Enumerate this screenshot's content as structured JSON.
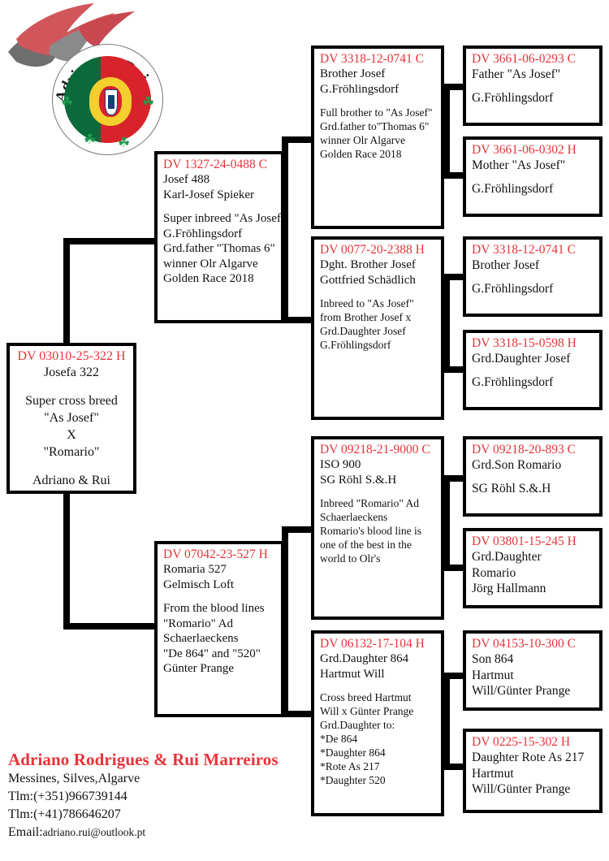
{
  "logo": {
    "brand_text": "Adriano & Rui",
    "icon": "pigeon-logo",
    "flag_colors": {
      "green": "#0a6a3a",
      "red": "#d8232a",
      "gold": "#f3d02e"
    }
  },
  "colors": {
    "registration": "#e8333a",
    "text": "#111111",
    "border": "#000000",
    "background": "#ffffff"
  },
  "subject": {
    "reg": "DV 03010-25-322 H",
    "name": "Josefa 322",
    "lines": [
      "Super cross breed",
      "\"As Josef\"",
      "X",
      "\"Romario\"",
      "Adriano & Rui"
    ]
  },
  "sire": {
    "reg": "DV 1327-24-0488 C",
    "name": "Josef 488",
    "breeder": "Karl-Josef Spieker",
    "notes": [
      "Super inbreed \"As Josef\"",
      "G.Fröhlingsdorf",
      "Grd.father \"Thomas 6\"",
      "winner Olr Algarve",
      "Golden Race 2018"
    ]
  },
  "dam": {
    "reg": "DV 07042-23-527 H",
    "name": "Romaria 527",
    "breeder": "Gelmisch Loft",
    "notes": [
      "From the blood lines",
      "\"Romario\" Ad",
      "Schaerlaeckens",
      "\"De 864\" and \"520\"",
      "Günter Prange"
    ]
  },
  "gen3": [
    {
      "reg": "DV 3318-12-0741 C",
      "name": "Brother Josef",
      "breeder": "G.Fröhlingsdorf",
      "notes": [
        "Full brother to \"As Josef\"",
        "Grd.father to\"Thomas 6\"",
        "winner Olr Algarve",
        "Golden Race 2018"
      ]
    },
    {
      "reg": "DV 0077-20-2388 H",
      "name": "Dght. Brother Josef",
      "breeder": "Gottfried Schädlich",
      "notes": [
        "Inbreed to \"As Josef\"",
        "from Brother Josef x",
        "Grd.Daughter Josef",
        "G.Fröhlingsdorf"
      ]
    },
    {
      "reg": "DV 09218-21-9000 C",
      "name": "ISO 900",
      "breeder": "SG Röhl S.&.H",
      "notes": [
        "Inbreed \"Romario\" Ad",
        "Schaerlaeckens",
        "Romario's blood line is",
        "one of the best in the",
        "world to Olr's"
      ]
    },
    {
      "reg": "DV 06132-17-104 H",
      "name": "Grd.Daughter 864",
      "breeder": "Hartmut Will",
      "notes": [
        "Cross breed Hartmut",
        "Will x Günter Prange",
        "Grd.Daughter to:",
        "*De 864",
        "*Daughter 864",
        "*Rote As 217",
        "*Daughter 520"
      ]
    }
  ],
  "gen4": [
    {
      "reg": "DV 3661-06-0293 C",
      "name": "Father \"As Josef\"",
      "breeder": "G.Fröhlingsdorf",
      "extra": ""
    },
    {
      "reg": "DV 3661-06-0302 H",
      "name": "Mother \"As Josef\"",
      "breeder": "G.Fröhlingsdorf",
      "extra": ""
    },
    {
      "reg": "DV 3318-12-0741 C",
      "name": "Brother Josef",
      "breeder": "G.Fröhlingsdorf",
      "extra": ""
    },
    {
      "reg": "DV 3318-15-0598 H",
      "name": "Grd.Daughter Josef",
      "breeder": "G.Fröhlingsdorf",
      "extra": ""
    },
    {
      "reg": "DV 09218-20-893 C",
      "name": "Grd.Son Romario",
      "breeder": "SG Röhl S.&.H",
      "extra": ""
    },
    {
      "reg": "DV 03801-15-245 H",
      "name": "Grd.Daughter",
      "breeder": "Romario",
      "extra": "Jörg Hallmann"
    },
    {
      "reg": "DV 04153-10-300 C",
      "name": "Son 864",
      "breeder": "Hartmut",
      "extra": "Will/Günter Prange"
    },
    {
      "reg": " DV 0225-15-302 H",
      "name": "Daughter Rote As 217",
      "breeder": "Hartmut",
      "extra": "Will/Günter Prange"
    }
  ],
  "footer": {
    "name": "Adriano Rodrigues & Rui Marreiros",
    "address": "Messines, Silves,Algarve",
    "phone1": "Tlm:(+351)966739144",
    "phone2": "Tlm:(+41)786646207",
    "email_label": "Email:",
    "email": "adriano.rui@outlook.pt"
  }
}
